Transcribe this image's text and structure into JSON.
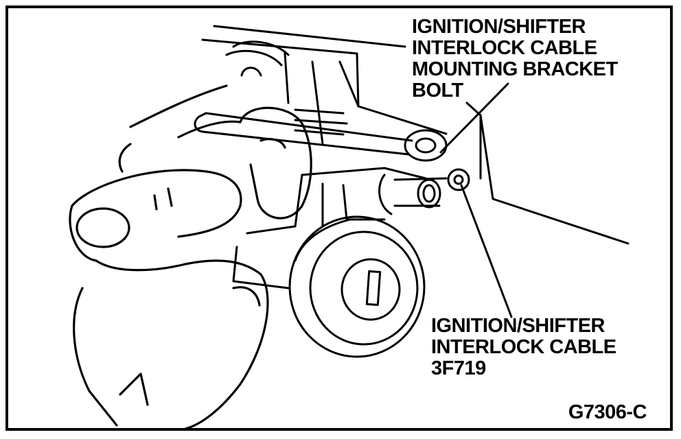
{
  "callouts": {
    "bracket_bolt": {
      "line1": "IGNITION/SHIFTER",
      "line2": "INTERLOCK CABLE",
      "line3": "MOUNTING BRACKET",
      "line4": "BOLT"
    },
    "interlock_cable": {
      "line1": "IGNITION/SHIFTER",
      "line2": "INTERLOCK CABLE",
      "line3": "3F719"
    }
  },
  "figure_id": "G7306-C",
  "colors": {
    "ink": "#000000",
    "paper": "#ffffff"
  }
}
